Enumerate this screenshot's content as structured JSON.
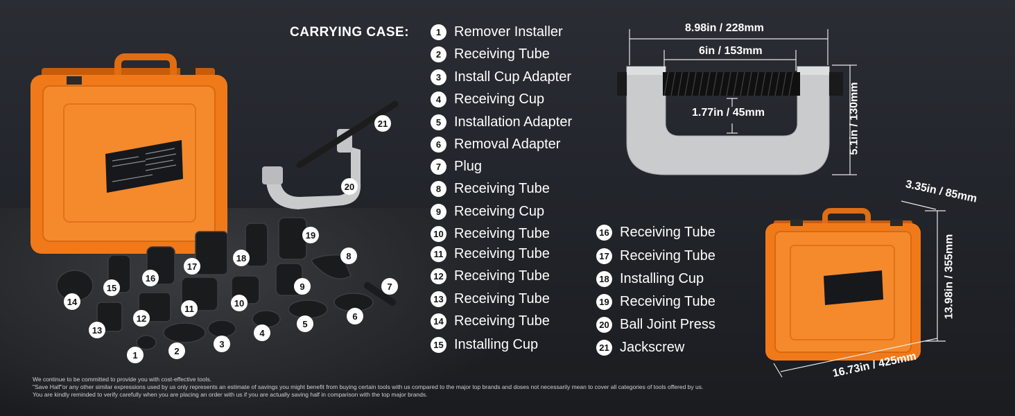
{
  "heading": "CARRYING CASE:",
  "parts_col1": [
    {
      "n": "1",
      "name": "Remover Installer"
    },
    {
      "n": "2",
      "name": "Receiving Tube"
    },
    {
      "n": "3",
      "name": "Install Cup Adapter"
    },
    {
      "n": "4",
      "name": "Receiving Cup"
    },
    {
      "n": "5",
      "name": "Installation Adapter"
    },
    {
      "n": "6",
      "name": "Removal Adapter"
    },
    {
      "n": "7",
      "name": "Plug"
    },
    {
      "n": "8",
      "name": "Receiving Tube"
    },
    {
      "n": "9",
      "name": "Receiving Cup"
    },
    {
      "n": "10",
      "name": "Receiving Tube"
    },
    {
      "n": "11",
      "name": "Receiving Tube"
    },
    {
      "n": "12",
      "name": "Receiving Tube"
    },
    {
      "n": "13",
      "name": "Receiving Tube"
    },
    {
      "n": "14",
      "name": "Receiving Tube"
    },
    {
      "n": "15",
      "name": "Installing Cup"
    }
  ],
  "parts_col2": [
    {
      "n": "16",
      "name": "Receiving Tube"
    },
    {
      "n": "17",
      "name": "Receiving Tube"
    },
    {
      "n": "18",
      "name": "Installing Cup"
    },
    {
      "n": "19",
      "name": "Receiving Tube"
    },
    {
      "n": "20",
      "name": "Ball Joint Press"
    },
    {
      "n": "21",
      "name": "Jackscrew"
    }
  ],
  "press_dims": {
    "overall_width": "8.98in / 228mm",
    "inner_width": "6in / 153mm",
    "throat_depth": "1.77in / 45mm",
    "height": "5.1in / 130mm"
  },
  "case_dims": {
    "depth": "3.35in / 85mm",
    "height": "13.98in / 355mm",
    "width": "16.73in / 425mm"
  },
  "photo_labels": [
    "1",
    "2",
    "3",
    "4",
    "5",
    "6",
    "7",
    "8",
    "9",
    "10",
    "11",
    "12",
    "13",
    "14",
    "15",
    "16",
    "17",
    "18",
    "19",
    "20",
    "21"
  ],
  "disclaimer": [
    "We continue to be committed to provide you with cost-effective tools.",
    "\"Save Half\"or any other similar expressions used by us only represents an estimate of savings you might benefit from buying certain tools with us compared to the major top brands and doses not necessarily mean to cover all categories of tools offered by us.",
    "You are kindly reminded to verify carefully when you are placing an order with us if you are actually saving half in comparison with the top major brands."
  ],
  "colors": {
    "case_orange": "#f07a1a",
    "background": "#24272c",
    "press_silver": "#c9cbcd"
  }
}
